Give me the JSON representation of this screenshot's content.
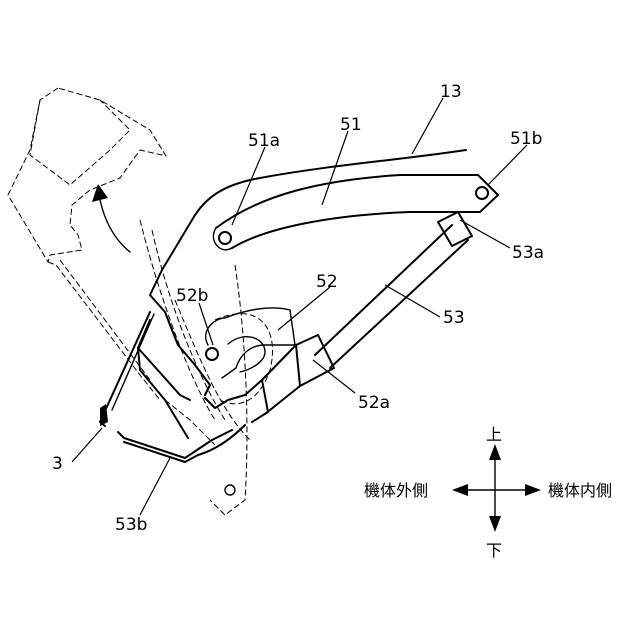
{
  "labels": {
    "l13": "13",
    "l51": "51",
    "l51a": "51a",
    "l51b": "51b",
    "l52": "52",
    "l52a": "52a",
    "l52b": "52b",
    "l53": "53",
    "l53a": "53a",
    "l53b": "53b",
    "l3": "3"
  },
  "directions": {
    "up": "上",
    "down": "下",
    "outer": "機体外側",
    "inner": "機体内側"
  }
}
